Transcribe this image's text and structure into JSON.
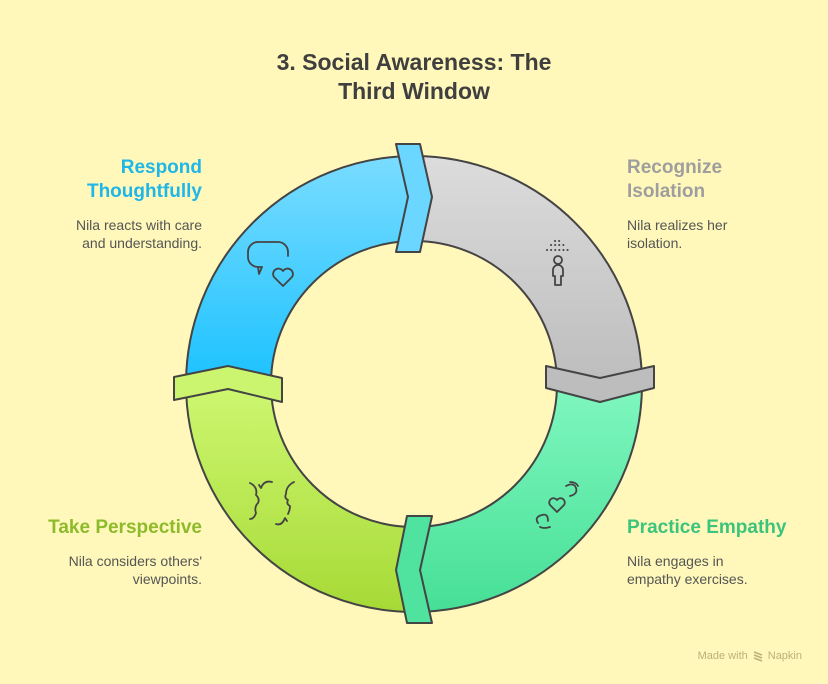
{
  "title_line1": "3. Social Awareness: The",
  "title_line2": "Third Window",
  "steps": [
    {
      "title1": "Respond",
      "title2": "Thoughtfully",
      "desc1": "Nila reacts with care",
      "desc2": "and understanding.",
      "color": "#1FB6E8",
      "icon": "speech-heart-icon"
    },
    {
      "title1": "Recognize",
      "title2": "Isolation",
      "desc1": "Nila realizes her",
      "desc2": "isolation.",
      "color": "#9E9E9E",
      "icon": "isolated-person-icon"
    },
    {
      "title1": "Practice Empathy",
      "desc1": "Nila engages in",
      "desc2": "empathy exercises.",
      "color": "#3CC47C",
      "icon": "hands-heart-icon"
    },
    {
      "title1": "Take Perspective",
      "desc1": "Nila considers others'",
      "desc2": "viewpoints.",
      "color": "#8DBB2B",
      "icon": "faces-exchange-icon"
    }
  ],
  "footer": {
    "made_with": "Made with",
    "brand": "Napkin"
  }
}
